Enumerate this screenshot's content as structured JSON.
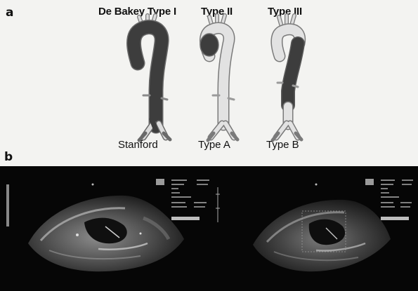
{
  "panels": {
    "a": {
      "label": "a"
    },
    "b": {
      "label": "b"
    }
  },
  "classification": {
    "titles": [
      "De Bakey Type I",
      "Type II",
      "Type III"
    ],
    "stanford": [
      "Stanford",
      "Type A",
      "Type B"
    ]
  },
  "colors": {
    "lumen": "#dcdcdc",
    "dissection": "#3d3d3d",
    "outline": "#6a6a6a",
    "echo_background": "#060606"
  },
  "echo": {
    "panel_count": 2
  }
}
